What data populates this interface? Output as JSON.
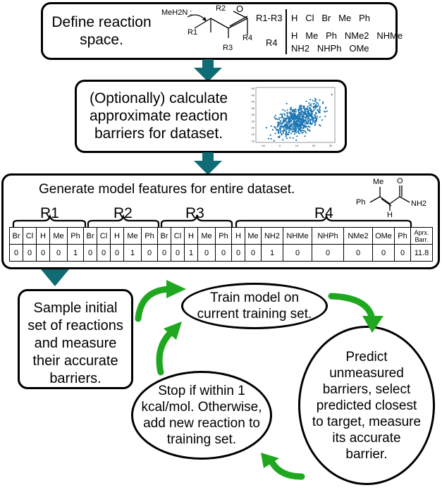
{
  "box1": {
    "text": "Define reaction space.",
    "mol": {
      "meh2n": "MeH2N :",
      "r2": "R2",
      "r1": "R1",
      "r3": "R3",
      "r4": "R4",
      "o": "O"
    },
    "subst": {
      "r1r3_label": "R1-R3",
      "r1r3_values": "H   Cl   Br   Me   Ph",
      "r4_label": "R4",
      "r4_values_line1": "H   Me   Ph   NMe2   NHMe",
      "r4_values_line2": "NH2   NHPh   OMe"
    }
  },
  "box2": {
    "text": "(Optionally) calculate approximate reaction barriers for dataset.",
    "scatter": {
      "yticks": [
        "50",
        "45",
        "40",
        "35",
        "30",
        "25",
        "20",
        "15",
        "10"
      ],
      "xticks": [
        "-10",
        "0",
        "10",
        "20",
        "30"
      ]
    }
  },
  "box3": {
    "title": "Generate model features for entire dataset.",
    "mol": {
      "me": "Me",
      "ph": "Ph",
      "h": "H",
      "o": "O",
      "nh2": "NH2"
    },
    "groups": [
      "R1",
      "R2",
      "R3",
      "R4"
    ],
    "headers": [
      "Br",
      "Cl",
      "H",
      "Me",
      "Ph",
      "Br",
      "Cl",
      "H",
      "Me",
      "Ph",
      "Br",
      "Cl",
      "H",
      "Me",
      "Ph",
      "H",
      "Me",
      "NH2",
      "NHMe",
      "NHPh",
      "NMe2",
      "OMe",
      "Ph",
      "Aprx. Barr."
    ],
    "values": [
      "0",
      "0",
      "0",
      "0",
      "1",
      "0",
      "0",
      "0",
      "1",
      "0",
      "0",
      "0",
      "1",
      "0",
      "0",
      "0",
      "0",
      "1",
      "0",
      "0",
      "0",
      "0",
      "0",
      "11.8"
    ]
  },
  "sample_box": {
    "text": "Sample initial set of reactions and measure their accurate barriers."
  },
  "train": {
    "text": "Train model on current training set."
  },
  "predict": {
    "text": "Predict unmeasured barriers, select predicted closest to target, measure its accurate barrier."
  },
  "stop": {
    "text": "Stop if within 1 kcal/mol. Otherwise, add new reaction to training set."
  },
  "colors": {
    "arrow_teal": "#0f6b74",
    "arrow_green": "#1fa81f",
    "scatter_blue": "#1f77b4"
  }
}
